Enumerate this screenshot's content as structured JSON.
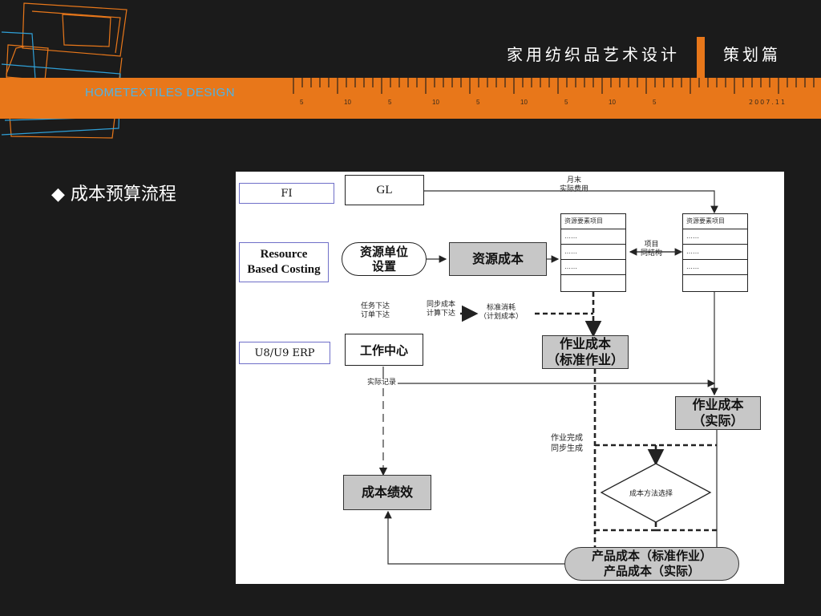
{
  "header": {
    "title": "家用纺织品艺术设计",
    "section": "策划篇",
    "brand": "HOMETEXTILES DESIGN",
    "ruler_labels": [
      "5",
      "10",
      "5",
      "10",
      "5",
      "10",
      "5",
      "10",
      "5"
    ],
    "date": "2007.11",
    "accent_color": "#e8771a",
    "brand_color": "#4fb3e6"
  },
  "slide": {
    "bullet_icon": "diamond-bullet-icon",
    "heading": "◆ 成本预算流程"
  },
  "diagram": {
    "lanes": {
      "fi": "FI",
      "resource_line1": "Resource",
      "resource_line2": "Based Costing",
      "erp": "U8/U9 ERP"
    },
    "nodes": {
      "gl": "GL",
      "resource_unit_line1": "资源单位",
      "resource_unit_line2": "设置",
      "resource_cost": "资源成本",
      "activity_cost_line1": "作业成本",
      "activity_cost_line2": "（标准作业）",
      "work_center": "工作中心",
      "actual_activity_line1": "作业成本",
      "actual_activity_line2": "（实际）",
      "cost_performance": "成本绩效",
      "decision": "成本方法选择",
      "product_cost_line1": "产品成本（标准作业）",
      "product_cost_line2": "产品成本（实际）"
    },
    "tables": {
      "left_header": "资源要素项目",
      "right_header": "资源要素项目",
      "row_text": "……"
    },
    "notes": {
      "month_end_line1": "月末",
      "month_end_line2": "实际费用",
      "item_line1": "项目",
      "item_line2": "同结构",
      "task_line1": "任务下达",
      "task_line2": "订单下达",
      "sync_line1": "同步成本",
      "sync_line2": "计算下达",
      "standard_line1": "标准消耗",
      "standard_line2": "（计划成本）",
      "actual_record": "实际记录",
      "complete_line1": "作业完成",
      "complete_line2": "同步生成"
    }
  }
}
